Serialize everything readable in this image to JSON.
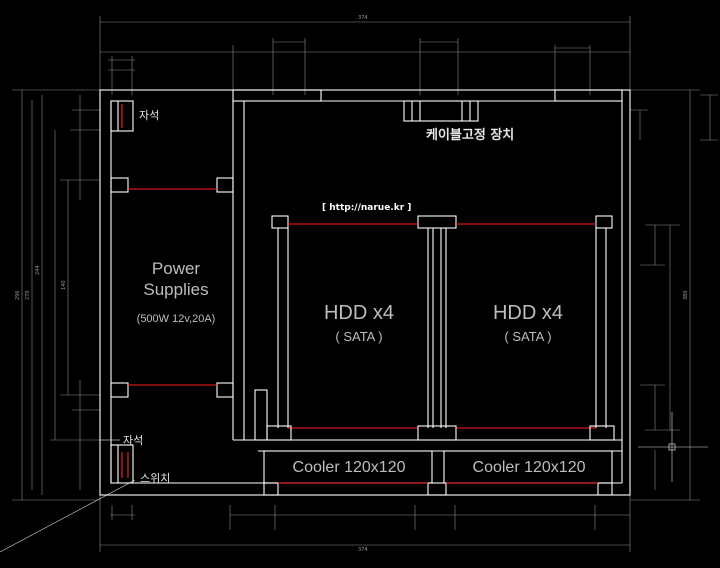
{
  "drawing": {
    "background": "#000000",
    "wall_color": "#ffffff",
    "accent_color": "#ff2020",
    "dimension_color": "#8c8c8c",
    "dimensions": {
      "overall_width_top": "374",
      "overall_width_bottom": "374",
      "left_height_outer": "296",
      "left_height_inner": "270",
      "left_height_psu": "140",
      "left_height_mid": "244",
      "right_height": "380"
    },
    "labels": {
      "magnet_top": "자석",
      "magnet_bottom": "자석",
      "switch": "스위치",
      "cable_fixture": "케이블고정 장치",
      "url": "[  http://narue.kr  ]",
      "psu_line1": "Power",
      "psu_line2": "Supplies",
      "psu_spec": "(500W 12v,20A)",
      "hdd_left": "HDD x4",
      "hdd_left_iface": "( SATA )",
      "hdd_right": "HDD x4",
      "hdd_right_iface": "( SATA )",
      "cooler_left": "Cooler 120x120",
      "cooler_right": "Cooler 120x120"
    }
  }
}
